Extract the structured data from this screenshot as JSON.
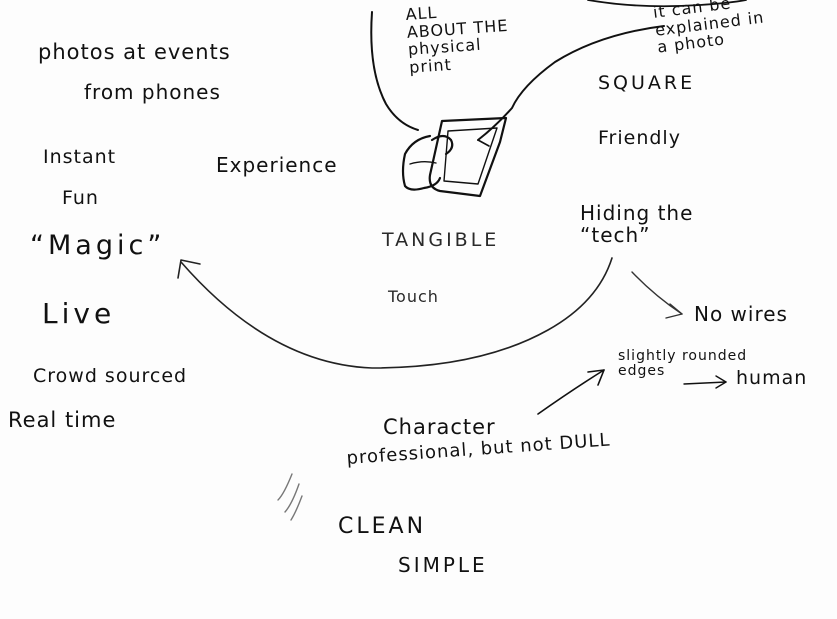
{
  "sketch": {
    "notes": {
      "photos": "photos at events",
      "from_phones": "from phones",
      "instant": "Instant",
      "fun": "Fun",
      "magic": "“Magic”",
      "live": "Live",
      "crowd_sourced": "Crowd sourced",
      "real_time": "Real time",
      "experience": "Experience",
      "all_about": "ALL\nABOUT THE\nphysical\nprint",
      "tangible": "TANGIBLE",
      "touch": "Touch",
      "can_be_explained": "it can be\nexplained in\na photo",
      "square": "SQUARE",
      "friendly": "Friendly",
      "hiding_the_tech": "Hiding the\n“tech”",
      "no_wires": "No wires",
      "slightly_rounded": "slightly rounded\nedges",
      "human": "human",
      "character": "Character",
      "professional": "professional, but not DULL",
      "clean": "CLEAN",
      "simple": "SIMPLE"
    },
    "icons": {
      "device": "hand-holding-print-icon",
      "quote_mark": "quotation-mark-icon"
    },
    "colors": {
      "paper": "#fdfdfd",
      "ink": "#111111",
      "pencil": "#2a2a2a"
    }
  }
}
